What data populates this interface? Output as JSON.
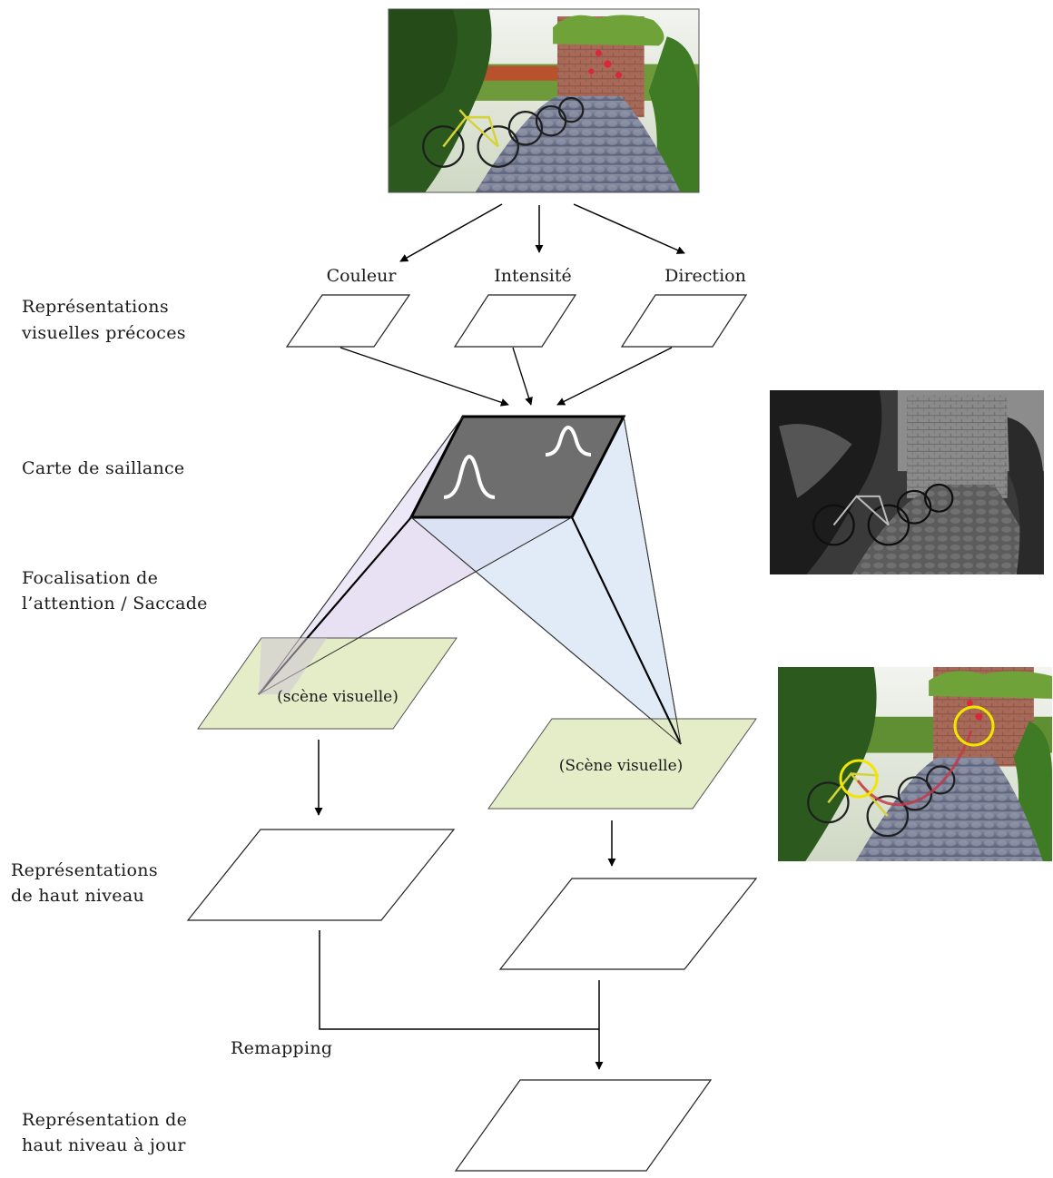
{
  "features": {
    "color": "Couleur",
    "intensity": "Intensité",
    "direction": "Direction"
  },
  "stages": {
    "early_line1": "Représentations",
    "early_line2": "visuelles précoces",
    "saliency": "Carte de saillance",
    "attention_line1": "Focalisation de",
    "attention_line2": "l’attention / Saccade",
    "high_line1": "Représentations",
    "high_line2": "de haut niveau",
    "updated_line1": "Représentation de",
    "updated_line2": "haut niveau à jour"
  },
  "scenes": {
    "left": "(scène visuelle)",
    "right": "(Scène visuelle)"
  },
  "remapping": "Remapping",
  "colors": {
    "scene_plane": "#e3ecc4",
    "saliency_map": "#6e6e6e",
    "cone_left": "#e4dcf2",
    "cone_right": "#dbe8f6",
    "highlight_circle": "#f2e600",
    "saccade_path": "#c23a4a"
  }
}
